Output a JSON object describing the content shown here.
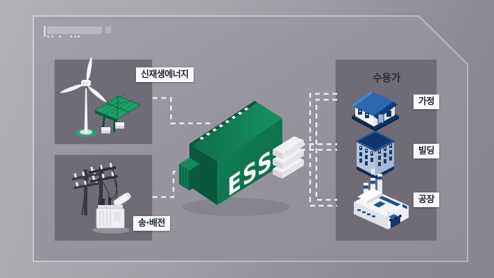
{
  "ess": {
    "label": "ESS",
    "icon": "ess-container-icon"
  },
  "left_panels": {
    "renewable": {
      "label": "신재생에너지",
      "icons": [
        "wind-turbine-icon",
        "solar-panel-icon"
      ]
    },
    "transmission": {
      "label": "송·배전",
      "icons": [
        "power-pole-icon",
        "transformer-icon"
      ]
    }
  },
  "consumers": {
    "title": "수용가",
    "items": [
      {
        "label": "가정",
        "icon": "house-icon"
      },
      {
        "label": "빌딩",
        "icon": "building-icon"
      },
      {
        "label": "공장",
        "icon": "factory-icon"
      }
    ]
  },
  "colors": {
    "ess_green_top": "#0e7950",
    "ess_green_front": "#13895c",
    "ess_green_dark": "#09573d",
    "accent_blue": "#1f4f94",
    "roof_blue_light": "#2a69b0",
    "roof_blue_dark": "#0d3f7e",
    "panel_dark": "#6f6c76",
    "label_text": "#1d2431",
    "dash_line": "#f3f1f5"
  }
}
